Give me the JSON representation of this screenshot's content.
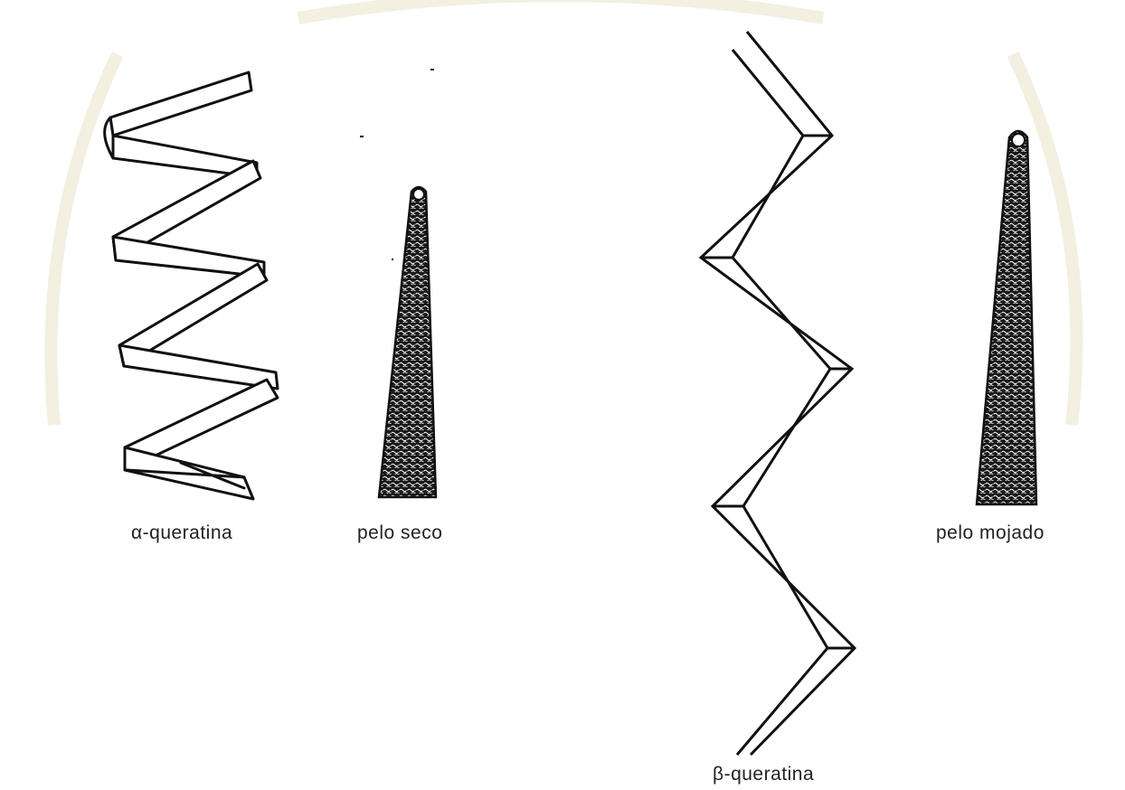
{
  "labels": {
    "alpha_keratin": "α-queratina",
    "dry_hair": "pelo seco",
    "beta_keratin": "β-queratina",
    "wet_hair": "pelo mojado"
  },
  "colors": {
    "ink": "#111111",
    "watermark": "#eee8d4",
    "paper": "#ffffff"
  }
}
